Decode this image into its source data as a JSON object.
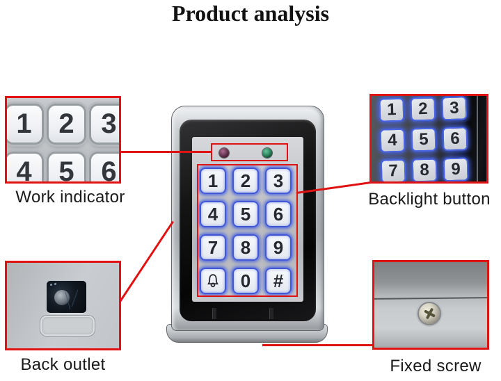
{
  "title": "Product analysis",
  "colors": {
    "annotation_red": "#e01212",
    "backlight_blue": "#4a66e8",
    "led_left": "#6e3a58",
    "led_right": "#2e8a62"
  },
  "callouts": {
    "work_indicator": {
      "label": "Work indicator",
      "keys": [
        "1",
        "2",
        "3",
        "4",
        "5",
        "6"
      ]
    },
    "backlight_button": {
      "label": "Backlight button",
      "keys": [
        "1",
        "2",
        "3",
        "4",
        "5",
        "6",
        "7",
        "8",
        "9"
      ]
    },
    "back_outlet": {
      "label": "Back outlet"
    },
    "fixed_screw": {
      "label": "Fixed screw"
    }
  },
  "device": {
    "keypad_keys": [
      "1",
      "2",
      "3",
      "4",
      "5",
      "6",
      "7",
      "8",
      "9",
      "bell",
      "0",
      "#"
    ],
    "indicators": [
      {
        "name": "work-led-left",
        "color": "maroon"
      },
      {
        "name": "work-led-right",
        "color": "green"
      }
    ]
  }
}
